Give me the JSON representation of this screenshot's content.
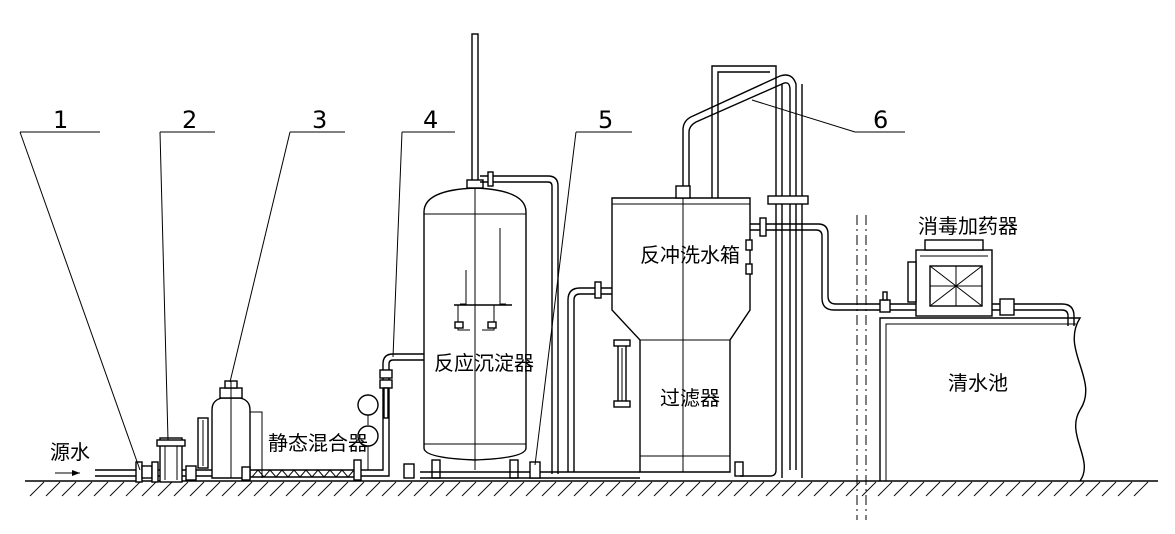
{
  "labels": {
    "source_water": "源水",
    "static_mixer": "静态混合器",
    "reaction_settler": "反应沉淀器",
    "backwash_tank": "反冲洗水箱",
    "filter": "过滤器",
    "disinfection_doser": "消毒加药器",
    "clear_water_pool": "清水池"
  },
  "callouts": [
    "1",
    "2",
    "3",
    "4",
    "5",
    "6"
  ]
}
